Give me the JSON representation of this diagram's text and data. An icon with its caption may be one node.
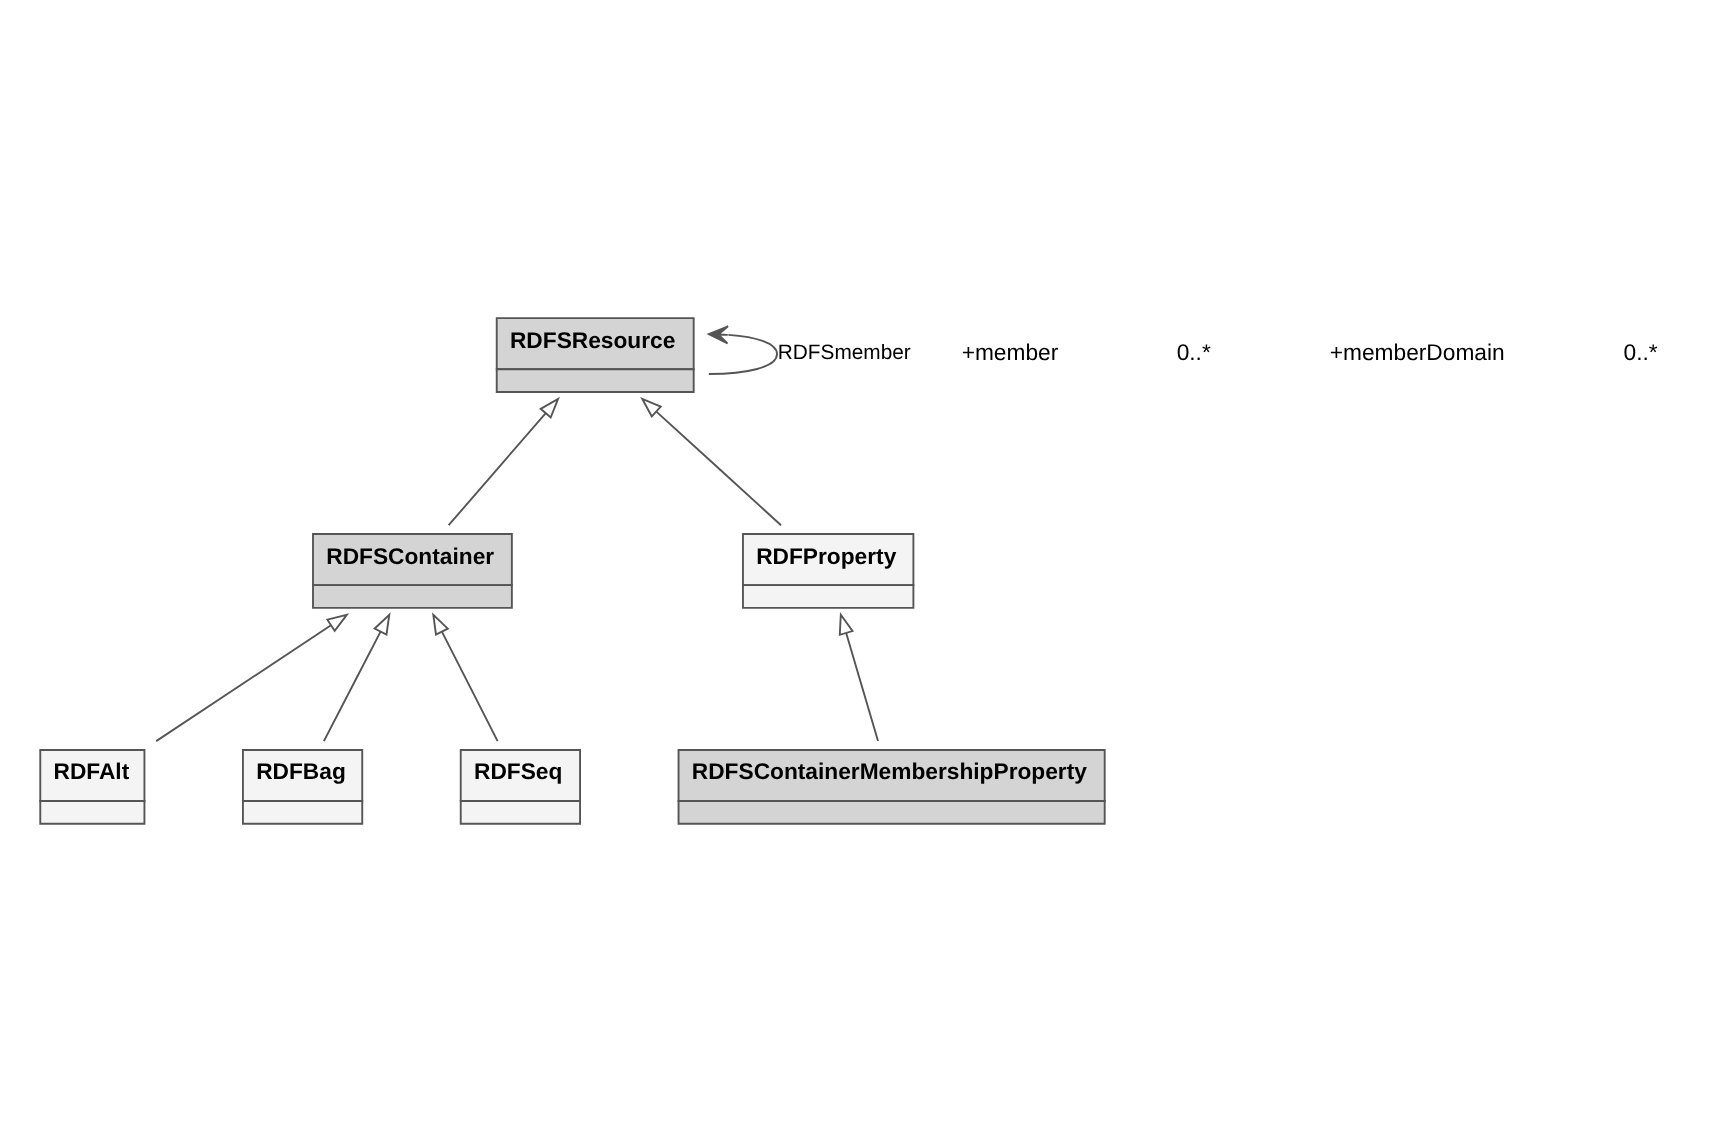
{
  "diagram": {
    "nodes": [
      {
        "text": [
          "RDFSResource"
        ]
      },
      {
        "text": [
          "RDFSContainer"
        ]
      },
      {
        "text": [
          "RDFProperty"
        ]
      },
      {
        "text": [
          "RDFAlt"
        ]
      },
      {
        "text": [
          "RDFBag"
        ]
      },
      {
        "text": [
          "RDFSeq"
        ]
      },
      {
        "text": [
          "RDFSContainerMembershipProperty"
        ]
      }
    ],
    "edges": [
      {
        "from": 0,
        "to": 0,
        "arrow": "to",
        "label": "RDFSmember"
      },
      {
        "from": 1,
        "to": 0,
        "arrow": "to"
      },
      {
        "from": 2,
        "to": 0,
        "arrow": "to"
      },
      {
        "from": 3,
        "to": 1,
        "arrow": "to"
      },
      {
        "from": 4,
        "to": 1,
        "arrow": "to"
      },
      {
        "from": 5,
        "to": 1,
        "arrow": "to"
      },
      {
        "from": 6,
        "to": 2,
        "arrow": "to"
      }
    ],
    "labels": [
      "+member",
      "0..*",
      "+memberDomain",
      "0..*"
    ]
  }
}
